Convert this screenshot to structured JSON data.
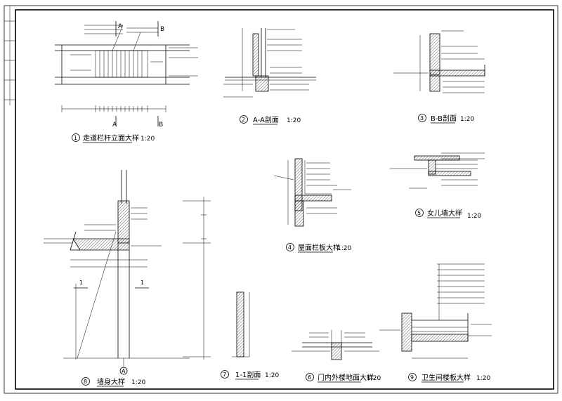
{
  "details": [
    {
      "number": "1",
      "title": "走道栏杆立面大样",
      "scale": "1:20",
      "section_a": "A",
      "section_b": "B"
    },
    {
      "number": "2",
      "title": "A-A剖面",
      "scale": "1:20"
    },
    {
      "number": "3",
      "title": "B-B剖面",
      "scale": "1:20"
    },
    {
      "number": "4",
      "title": "屋面栏板大样",
      "scale": "1:20"
    },
    {
      "number": "5",
      "title": "女儿墙大样",
      "scale": "1:20"
    },
    {
      "number": "6",
      "title": "门内外楼地面大样",
      "scale": "1:20"
    },
    {
      "number": "7",
      "title": "1-1剖面",
      "scale": "1:20"
    },
    {
      "number": "8",
      "title": "墙身大样",
      "scale": "1:20",
      "section_mark": "1",
      "axis": "A"
    },
    {
      "number": "9",
      "title": "卫生间楼板大样",
      "scale": "1:20"
    }
  ],
  "colors": {
    "line": "#000000",
    "background": "#ffffff",
    "fill": "#222222"
  }
}
